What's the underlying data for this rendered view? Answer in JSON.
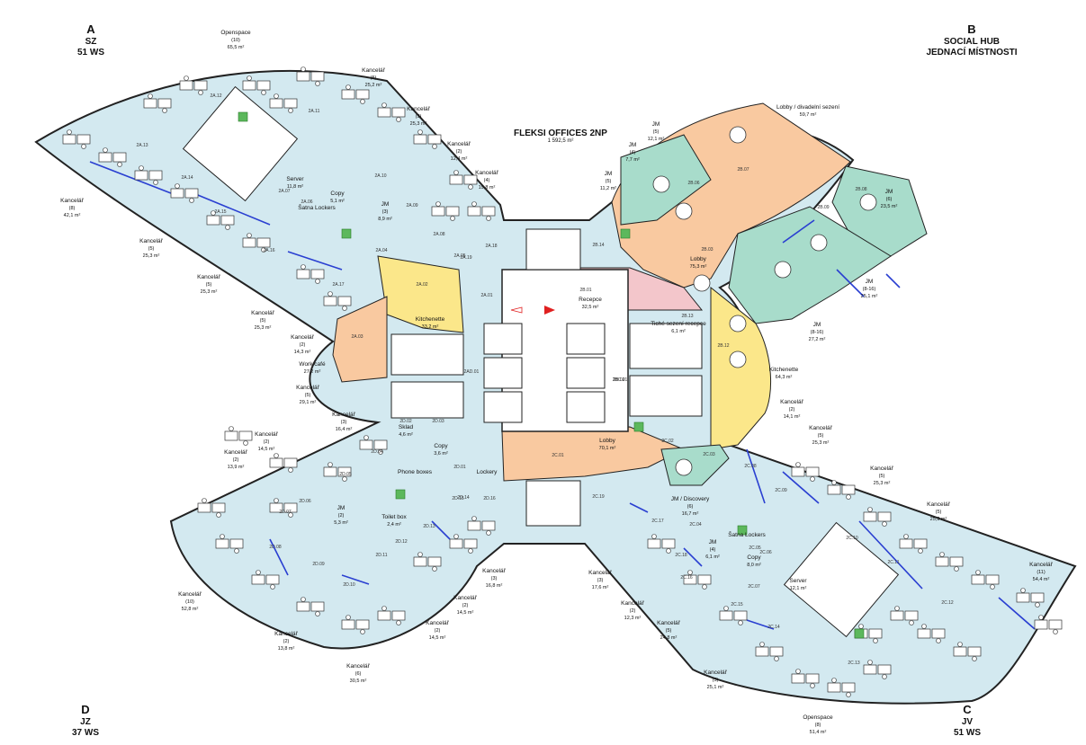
{
  "title": {
    "name": "FLEKSI OFFICES 2NP",
    "area": "1 592,5 m²"
  },
  "corners": {
    "A": {
      "letter": "A",
      "line1": "SZ",
      "line2": "51 WS"
    },
    "B": {
      "letter": "B",
      "line1": "SOCIAL HUB",
      "line2": "JEDNACÍ MÍSTNOSTI"
    },
    "C": {
      "letter": "C",
      "line1": "JV",
      "line2": "51 WS"
    },
    "D": {
      "letter": "D",
      "line1": "JZ",
      "line2": "37 WS"
    }
  },
  "colors": {
    "office": "#d3e9f0",
    "meeting": "#a8dccb",
    "lobby": "#f9c9a0",
    "kitchenette": "#fbe78a",
    "reception": "#f3c6cb",
    "core": "#ffffff",
    "window": "#2a3fd1",
    "wall": "#222222"
  },
  "rooms": [
    {
      "name": "Openspace",
      "sub": "(10)",
      "area": "65,5 m²"
    },
    {
      "name": "Kancelář",
      "sub": "(5)",
      "area": "25,2 m²"
    },
    {
      "name": "Kancelář",
      "sub": "(5)",
      "area": "25,3 m²"
    },
    {
      "name": "Kancelář",
      "sub": "(2)",
      "area": "12,4 m²"
    },
    {
      "name": "Kancelář",
      "sub": "(4)",
      "area": "19,8 m²"
    },
    {
      "name": "Kancelář",
      "sub": "(8)",
      "area": "42,1 m²"
    },
    {
      "name": "Kancelář",
      "sub": "(5)",
      "area": "25,3 m²"
    },
    {
      "name": "Kancelář",
      "sub": "(5)",
      "area": "25,3 m²"
    },
    {
      "name": "Kancelář",
      "sub": "(5)",
      "area": "25,3 m²"
    },
    {
      "name": "Kancelář",
      "sub": "(2)",
      "area": "14,3 m²"
    },
    {
      "name": "Work café",
      "sub": "",
      "area": "27,2 m²"
    },
    {
      "name": "Kancelář",
      "sub": "(5)",
      "area": "29,1 m²"
    },
    {
      "name": "Kancelář",
      "sub": "(3)",
      "area": "16,4 m²"
    },
    {
      "name": "Kancelář",
      "sub": "(2)",
      "area": "14,5 m²"
    },
    {
      "name": "Kancelář",
      "sub": "(2)",
      "area": "13,9 m²"
    },
    {
      "name": "Server",
      "sub": "",
      "area": "11,8 m²"
    },
    {
      "name": "Copy",
      "sub": "",
      "area": "5,1 m²"
    },
    {
      "name": "Šatna Lockers",
      "sub": "",
      "area": ""
    },
    {
      "name": "JM",
      "sub": "(3)",
      "area": "8,9 m²"
    },
    {
      "name": "Kitchenette",
      "sub": "",
      "area": "33,2 m²"
    },
    {
      "name": "Lobby / divadelní sezení",
      "sub": "",
      "area": "59,7 m²"
    },
    {
      "name": "JM",
      "sub": "(5)",
      "area": "12,1 m²"
    },
    {
      "name": "JM",
      "sub": "(4)",
      "area": "7,7 m²"
    },
    {
      "name": "JM",
      "sub": "(5)",
      "area": "11,2 m²"
    },
    {
      "name": "JM",
      "sub": "(6)",
      "area": "23,5 m²"
    },
    {
      "name": "Lobby",
      "sub": "",
      "area": "75,3 m²"
    },
    {
      "name": "JM",
      "sub": "(8-16)",
      "area": "25,1 m²"
    },
    {
      "name": "JM",
      "sub": "(8-16)",
      "area": "27,2 m²"
    },
    {
      "name": "Recepce",
      "sub": "",
      "area": "32,5 m²"
    },
    {
      "name": "Tiché sezení recepce",
      "sub": "",
      "area": "6,1 m²"
    },
    {
      "name": "Kitchenette",
      "sub": "",
      "area": "64,3 m²"
    },
    {
      "name": "Kancelář",
      "sub": "(2)",
      "area": "14,1 m²"
    },
    {
      "name": "Kancelář",
      "sub": "(5)",
      "area": "25,3 m²"
    },
    {
      "name": "Kancelář",
      "sub": "(5)",
      "area": "25,3 m²"
    },
    {
      "name": "Kancelář",
      "sub": "(5)",
      "area": "25,3 m²"
    },
    {
      "name": "Kancelář",
      "sub": "(11)",
      "area": "54,4 m²"
    },
    {
      "name": "Lobby",
      "sub": "",
      "area": "70,1 m²"
    },
    {
      "name": "JM / Discovery",
      "sub": "(6)",
      "area": "16,7 m²"
    },
    {
      "name": "JM",
      "sub": "(4)",
      "area": "6,1 m²"
    },
    {
      "name": "Šatna Lockers",
      "sub": "",
      "area": ""
    },
    {
      "name": "Copy",
      "sub": "",
      "area": "8,0 m²"
    },
    {
      "name": "Server",
      "sub": "",
      "area": "12,1 m²"
    },
    {
      "name": "Openspace",
      "sub": "(8)",
      "area": "51,4 m²"
    },
    {
      "name": "Kancelář",
      "sub": "(5)",
      "area": "25,1 m²"
    },
    {
      "name": "Kancelář",
      "sub": "(5)",
      "area": "24,8 m²"
    },
    {
      "name": "Kancelář",
      "sub": "(2)",
      "area": "12,3 m²"
    },
    {
      "name": "Kancelář",
      "sub": "(3)",
      "area": "17,6 m²"
    },
    {
      "name": "Kancelář",
      "sub": "(3)",
      "area": "16,8 m²"
    },
    {
      "name": "Kancelář",
      "sub": "(2)",
      "area": "14,5 m²"
    },
    {
      "name": "Kancelář",
      "sub": "(2)",
      "area": "14,5 m²"
    },
    {
      "name": "Kancelář",
      "sub": "(2)",
      "area": "13,8 m²"
    },
    {
      "name": "Kancelář",
      "sub": "(6)",
      "area": "30,5 m²"
    },
    {
      "name": "Kancelář",
      "sub": "(10)",
      "area": "52,8 m²"
    },
    {
      "name": "Phone boxes",
      "sub": "",
      "area": ""
    },
    {
      "name": "JM",
      "sub": "(2)",
      "area": "5,3 m²"
    },
    {
      "name": "Toilet box",
      "sub": "",
      "area": "2,4 m²"
    },
    {
      "name": "Sklad",
      "sub": "",
      "area": "4,6 m²"
    },
    {
      "name": "Copy",
      "sub": "",
      "area": "3,6 m²"
    },
    {
      "name": "Lockery",
      "sub": "",
      "area": ""
    }
  ],
  "codes": [
    "2A.12",
    "2A.11",
    "2A.13",
    "2A.14",
    "2A.15",
    "2A.16",
    "2A.17",
    "2A.10",
    "2A.09",
    "2A.08",
    "2A.07",
    "2A.06",
    "2A.05",
    "2A.04",
    "2A.03",
    "2A.02",
    "2A.01",
    "2A.18",
    "2A.19",
    "2B.07",
    "2B.06",
    "2B.08",
    "2B.09",
    "2B.03",
    "2B.14",
    "2B.01",
    "2B.13",
    "2B.12",
    "2B.02",
    "2C.02",
    "2C.03",
    "2C.08",
    "2C.09",
    "2C.10",
    "2C.11",
    "2C.12",
    "2C.13",
    "2C.14",
    "2C.15",
    "2C.16",
    "2C.17",
    "2C.18",
    "2C.19",
    "2C.01",
    "2C.04",
    "2C.05",
    "2C.06",
    "2C.07",
    "2D.01",
    "2D.02",
    "2D.03",
    "2D.04",
    "2D.05",
    "2D.06",
    "2D.07",
    "2D.08",
    "2D.09",
    "2D.10",
    "2D.11",
    "2D.12",
    "2D.13",
    "2D.14",
    "2D.15",
    "2D.16",
    "2AD.01",
    "2BC.01"
  ]
}
